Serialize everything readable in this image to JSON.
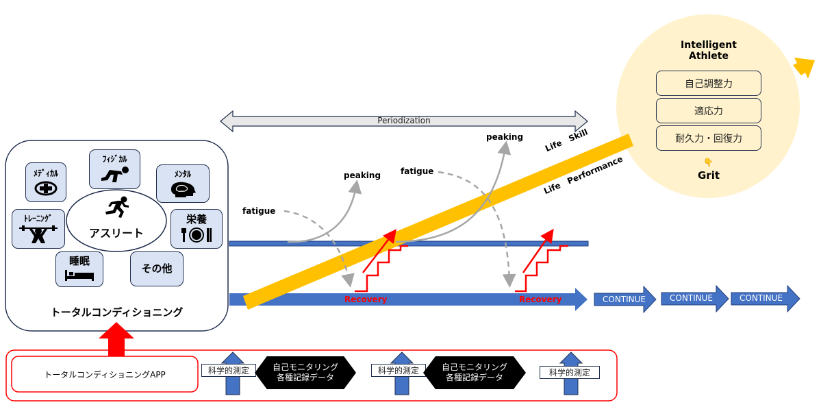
{
  "total_conditioning": {
    "title": "トータルコンディショニング",
    "center": "アスリート",
    "tiles": [
      {
        "label": "ﾒﾃﾞｨｶﾙ",
        "icon": "medical-cross-icon"
      },
      {
        "label": "ﾌｨｼﾞｶﾙ",
        "icon": "sprinter-start-icon"
      },
      {
        "label": "ﾒﾝﾀﾙ",
        "icon": "brain-head-icon"
      },
      {
        "label": "ﾄﾚｰﾆﾝｸﾞ",
        "icon": "weightlifter-icon"
      },
      {
        "label": "栄養",
        "icon": "plate-cutlery-icon"
      },
      {
        "label": "睡眠",
        "icon": "bed-icon"
      },
      {
        "label": "その他",
        "icon": ""
      }
    ]
  },
  "periodization": {
    "label": "Periodization"
  },
  "cycle": {
    "labels": {
      "fatigue_1": "fatigue",
      "peaking_1": "peaking",
      "fatigue_2": "fatigue",
      "peaking_2": "peaking",
      "recovery_1": "Recovery",
      "recovery_2": "Recovery"
    },
    "life_skill": "Life　Skill",
    "life_performance": "Life　Performance"
  },
  "continue_arrows": [
    "CONTINUE",
    "CONTINUE",
    "CONTINUE"
  ],
  "intelligent_athlete": {
    "title_line1": "Intelligent",
    "title_line2": "Athlete",
    "stack": [
      "自己調整力",
      "適応力",
      "耐久力・回復力"
    ],
    "grit": "Grit"
  },
  "app_bar": {
    "app_label": "トータルコンディショニングAPP",
    "measurements": [
      "科学的測定",
      "科学的測定",
      "科学的測定"
    ],
    "monitoring": [
      {
        "line1": "自己モニタリング",
        "line2": "各種記録データ"
      },
      {
        "line1": "自己モニタリング",
        "line2": "各種記録データ"
      }
    ]
  },
  "colors": {
    "blue": "#4472c4",
    "gold": "#ffc000",
    "red": "#ff0000",
    "tile_bg": "#dae3f3",
    "circle_bg": "#fff2cc",
    "navy": "#1f2d4d",
    "gray": "#a6a6a6"
  }
}
